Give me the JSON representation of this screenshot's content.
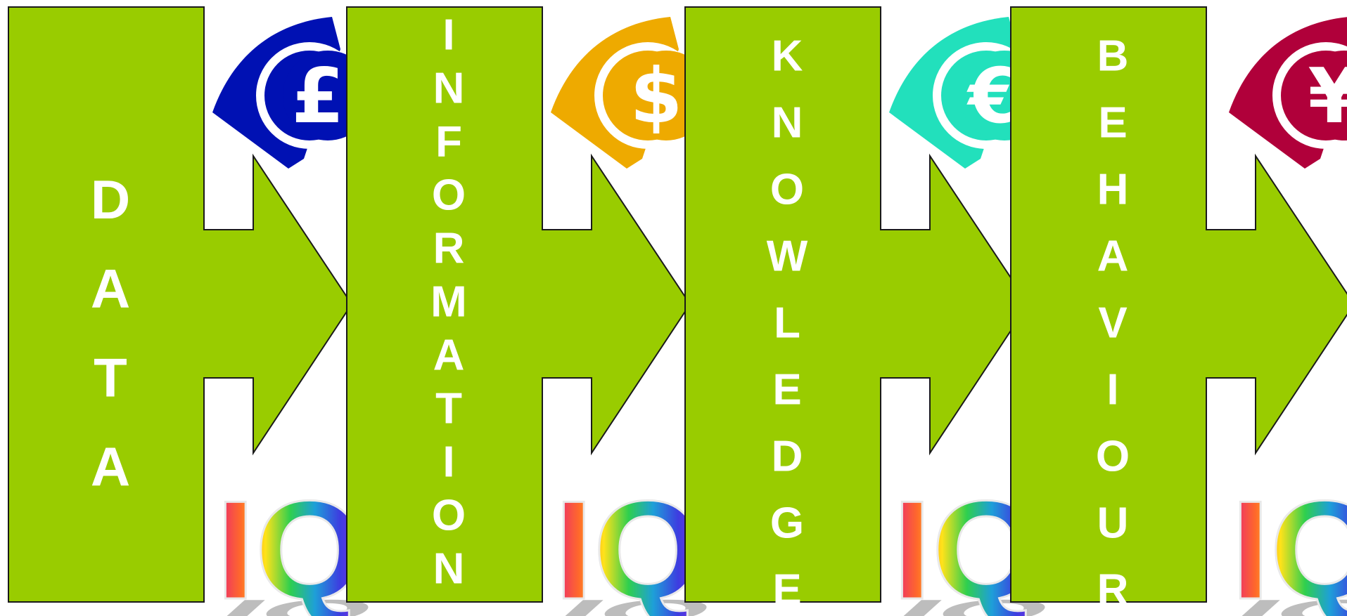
{
  "colors": {
    "block_fill": "#99cc00",
    "block_stroke": "#1a1a1a",
    "label_color": "#ffffff",
    "iq_shadow": "#bdbdbd"
  },
  "iq_gradient": [
    "#e8207a",
    "#ff6a2a",
    "#ffe21a",
    "#2fcf4e",
    "#1e9fd8",
    "#3d3de0",
    "#8a2be2"
  ],
  "stages": [
    {
      "label": "DATA",
      "letters": [
        "D",
        "A",
        "T",
        "A"
      ],
      "currency": {
        "symbol": "£",
        "color": "#0011b3",
        "icon": "pound-coin-icon"
      },
      "badge": "IQ"
    },
    {
      "label": "INFORMATION",
      "letters": [
        "I",
        "N",
        "F",
        "O",
        "R",
        "M",
        "A",
        "T",
        "I",
        "O",
        "N"
      ],
      "currency": {
        "symbol": "$",
        "color": "#eeaa00",
        "icon": "dollar-coin-icon"
      },
      "badge": "IQ"
    },
    {
      "label": "KNOWLEDGE",
      "letters": [
        "K",
        "N",
        "O",
        "W",
        "L",
        "E",
        "D",
        "G",
        "E"
      ],
      "currency": {
        "symbol": "€",
        "color": "#22e0bc",
        "icon": "euro-coin-icon"
      },
      "badge": "IQ"
    },
    {
      "label": "BEHAVIOUR",
      "letters": [
        "B",
        "E",
        "H",
        "A",
        "V",
        "I",
        "O",
        "U",
        "R"
      ],
      "currency": {
        "symbol": "¥",
        "color": "#b0003a",
        "icon": "yen-coin-icon"
      },
      "badge": "IQ"
    }
  ]
}
